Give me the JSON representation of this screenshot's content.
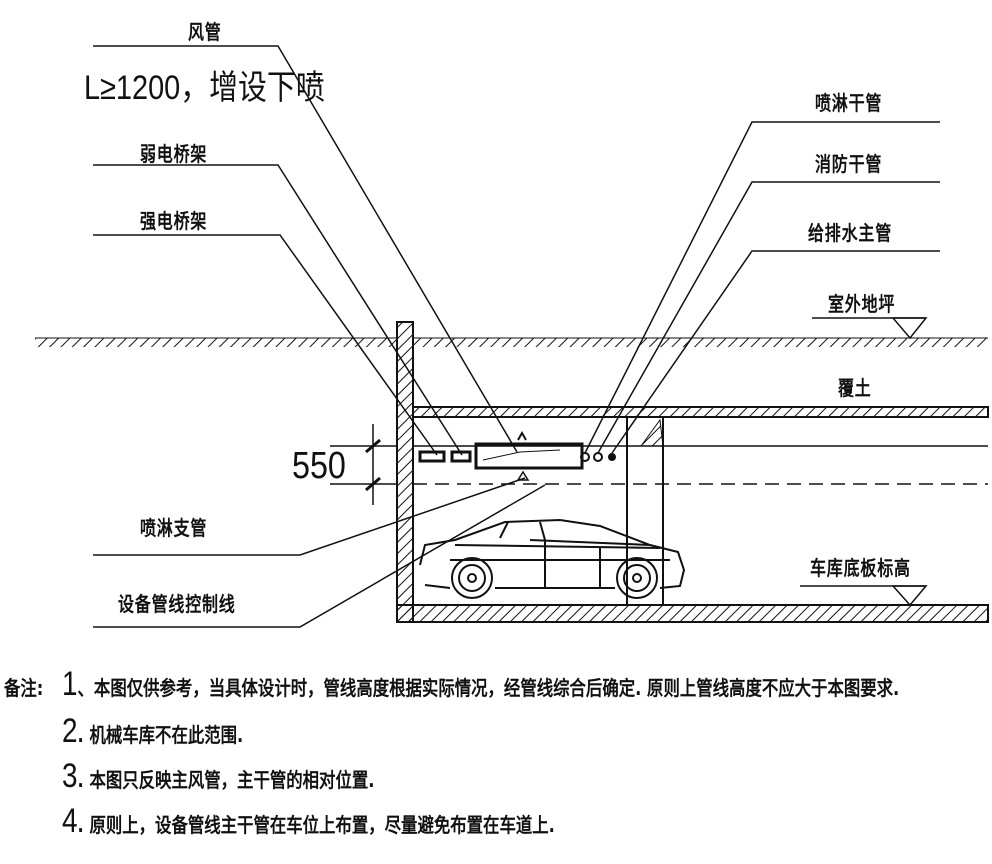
{
  "labels": {
    "air_duct": "风管",
    "air_duct_note": "L≥1200，增设下喷",
    "weak_tray": "弱电桥架",
    "strong_tray": "强电桥架",
    "sprinkler_main": "喷淋干管",
    "fire_main": "消防干管",
    "water_main": "给排水主管",
    "outdoor_grade": "室外地坪",
    "soil_cover": "覆土",
    "dimension": "550",
    "sprinkler_branch": "喷淋支管",
    "control_line": "设备管线控制线",
    "garage_floor": "车库底板标高"
  },
  "notes": {
    "heading": "备注:",
    "items": [
      {
        "num": "1",
        "text": "、本图仅供参考，当具体设计时，管线高度根据实际情况，经管线综合后确定. 原则上管线高度不应大于本图要求."
      },
      {
        "num": "2",
        "text": ". 机械车库不在此范围."
      },
      {
        "num": "3",
        "text": ". 本图只反映主风管，主干管的相对位置."
      },
      {
        "num": "4",
        "text": ". 原则上，设备管线主干管在车位上布置，尽量避免布置在车道上."
      }
    ]
  }
}
